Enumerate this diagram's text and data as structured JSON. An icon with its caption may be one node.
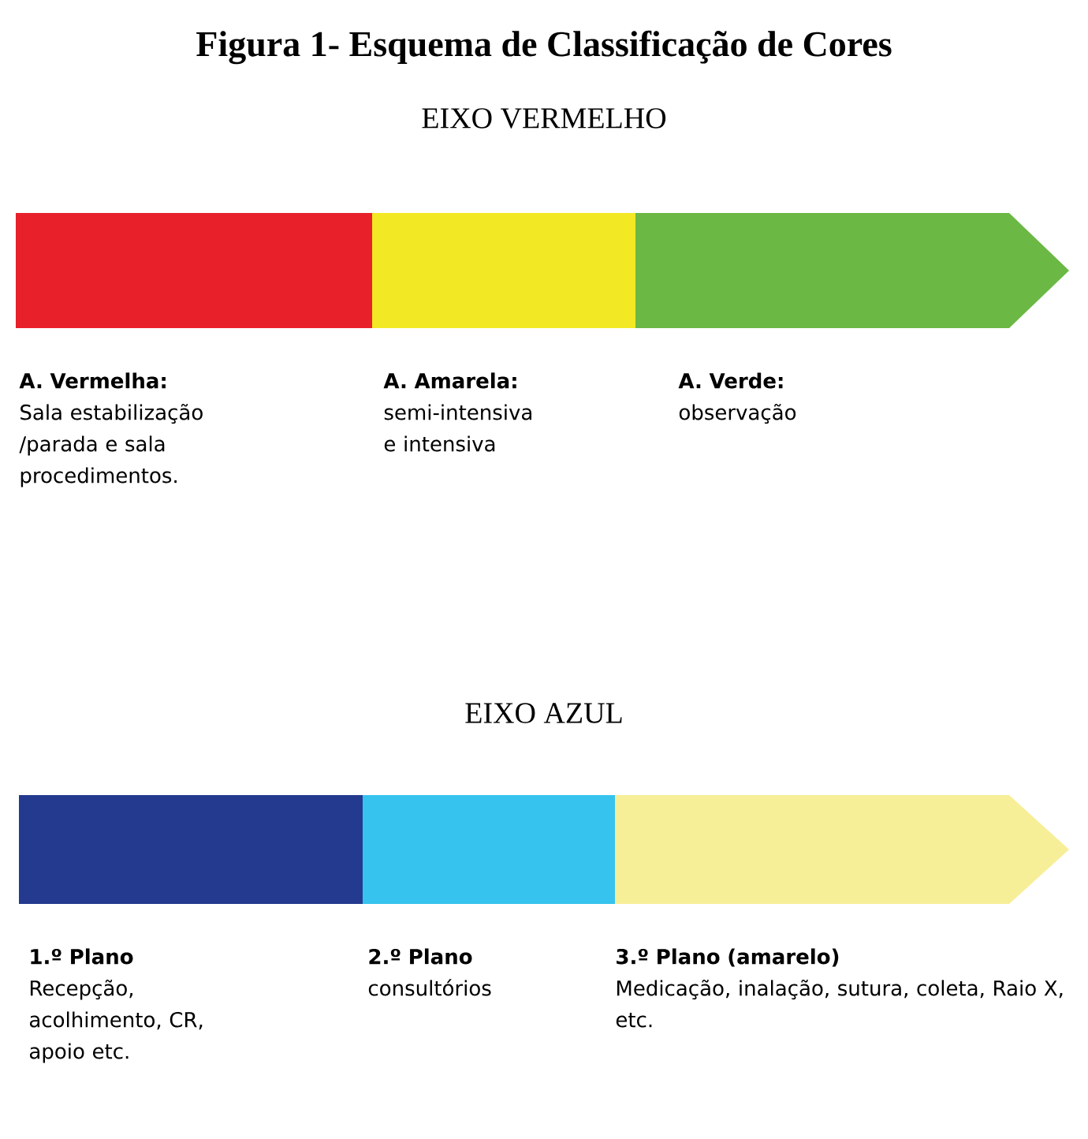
{
  "diagram": {
    "title": "Figura 1- Esquema de Classificação de Cores",
    "nodes": [
      {
        "text": [
          "A. Vermelha:",
          "Sala estabilização /parada e sala procedimentos."
        ]
      },
      {
        "text": [
          "A. Amarela:",
          "semi-intensiva e intensiva"
        ]
      },
      {
        "text": [
          "A. Verde:",
          "observação"
        ]
      },
      {
        "text": [
          "1.º Plano",
          "Recepção, acolhimento, CR, apoio etc."
        ]
      },
      {
        "text": [
          "2.º Plano",
          "consultórios"
        ]
      },
      {
        "text": [
          "3.º Plano (amarelo)",
          "Medicação, inalação, sutura, coleta, Raio X, etc."
        ]
      }
    ],
    "edges": [],
    "labels": [
      "EIXO VERMELHO",
      "EIXO AZUL"
    ]
  }
}
